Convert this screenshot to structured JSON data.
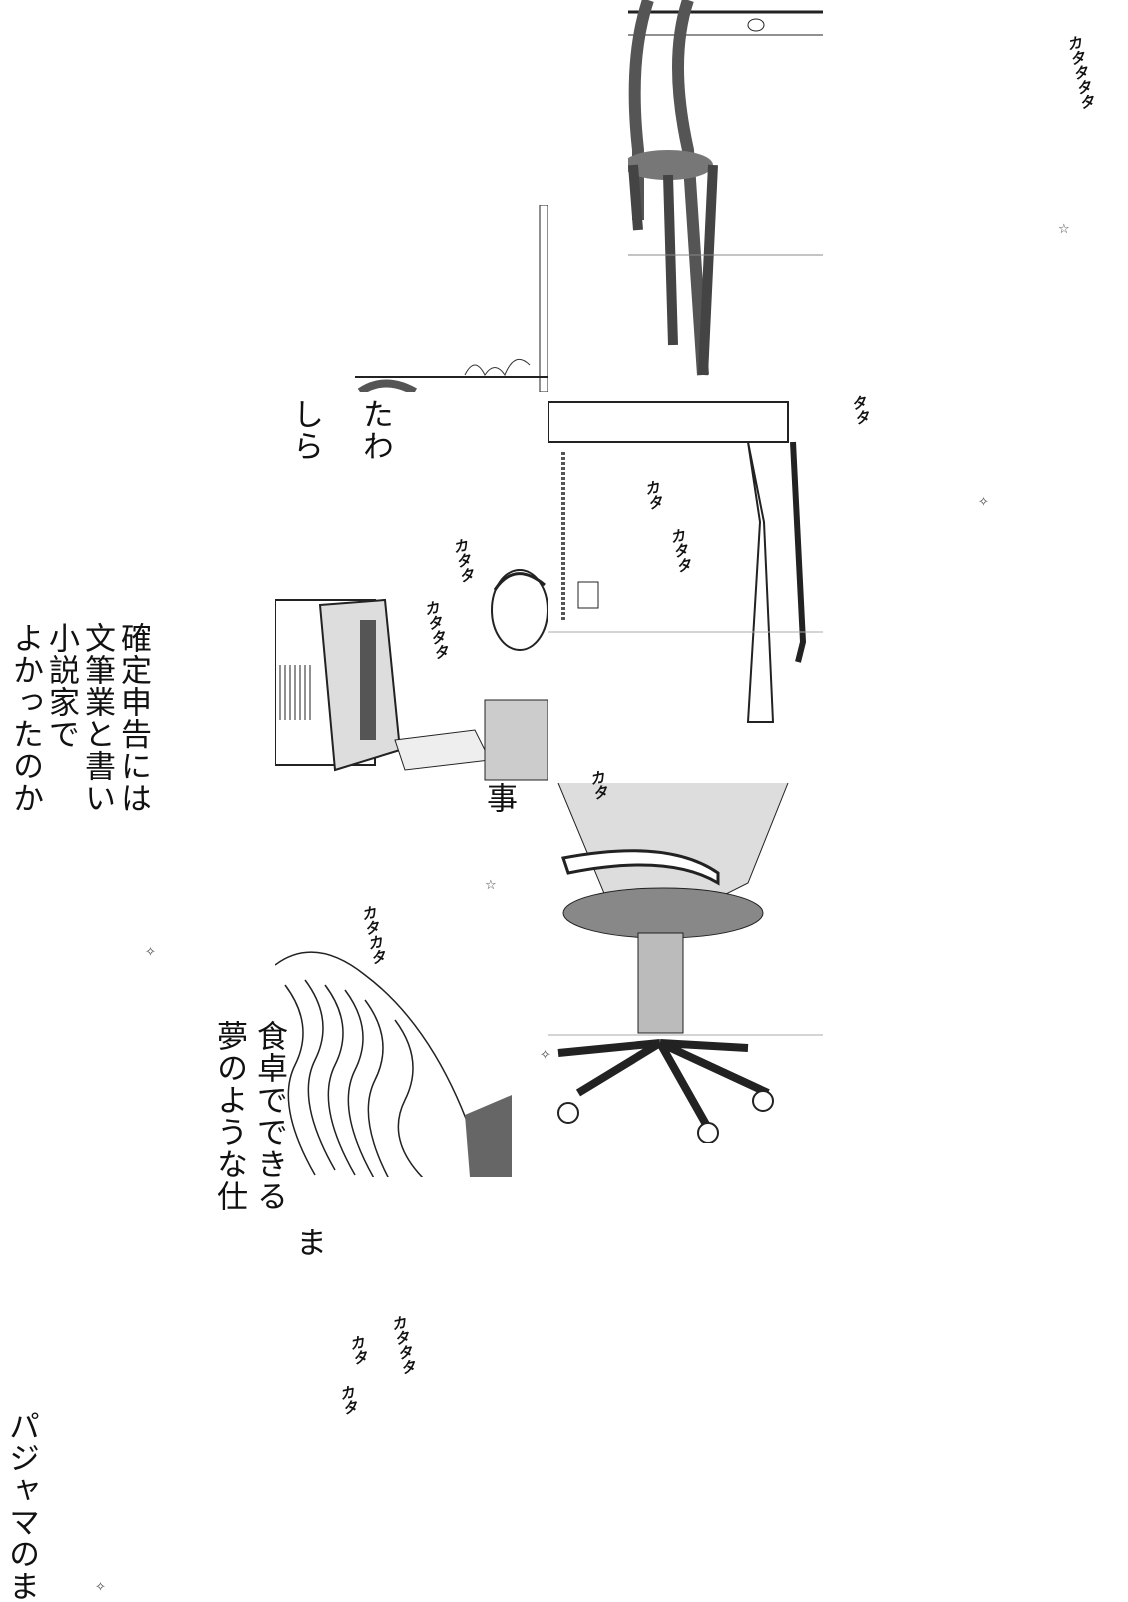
{
  "captions": {
    "top_fragment": [
      "たわ",
      "しら"
    ],
    "tax_question": [
      "確定申告には",
      "文筆業と書い",
      "小説家で",
      "よかったのか"
    ],
    "work_fragment": "事",
    "dream_job": [
      "食卓でできる",
      "夢のような仕",
      "ま"
    ],
    "pajamas": "パジャマのま"
  },
  "sound_effects": [
    "カタタタタ",
    "タタ",
    "カタ",
    "カタタ",
    "カタタ",
    "カタタタ",
    "カタ",
    "カタカタ",
    "カタタタ",
    "カタ",
    "カタ"
  ],
  "colors": {
    "ink": "#111111",
    "paper": "#ffffff",
    "screentone": "#888888"
  }
}
